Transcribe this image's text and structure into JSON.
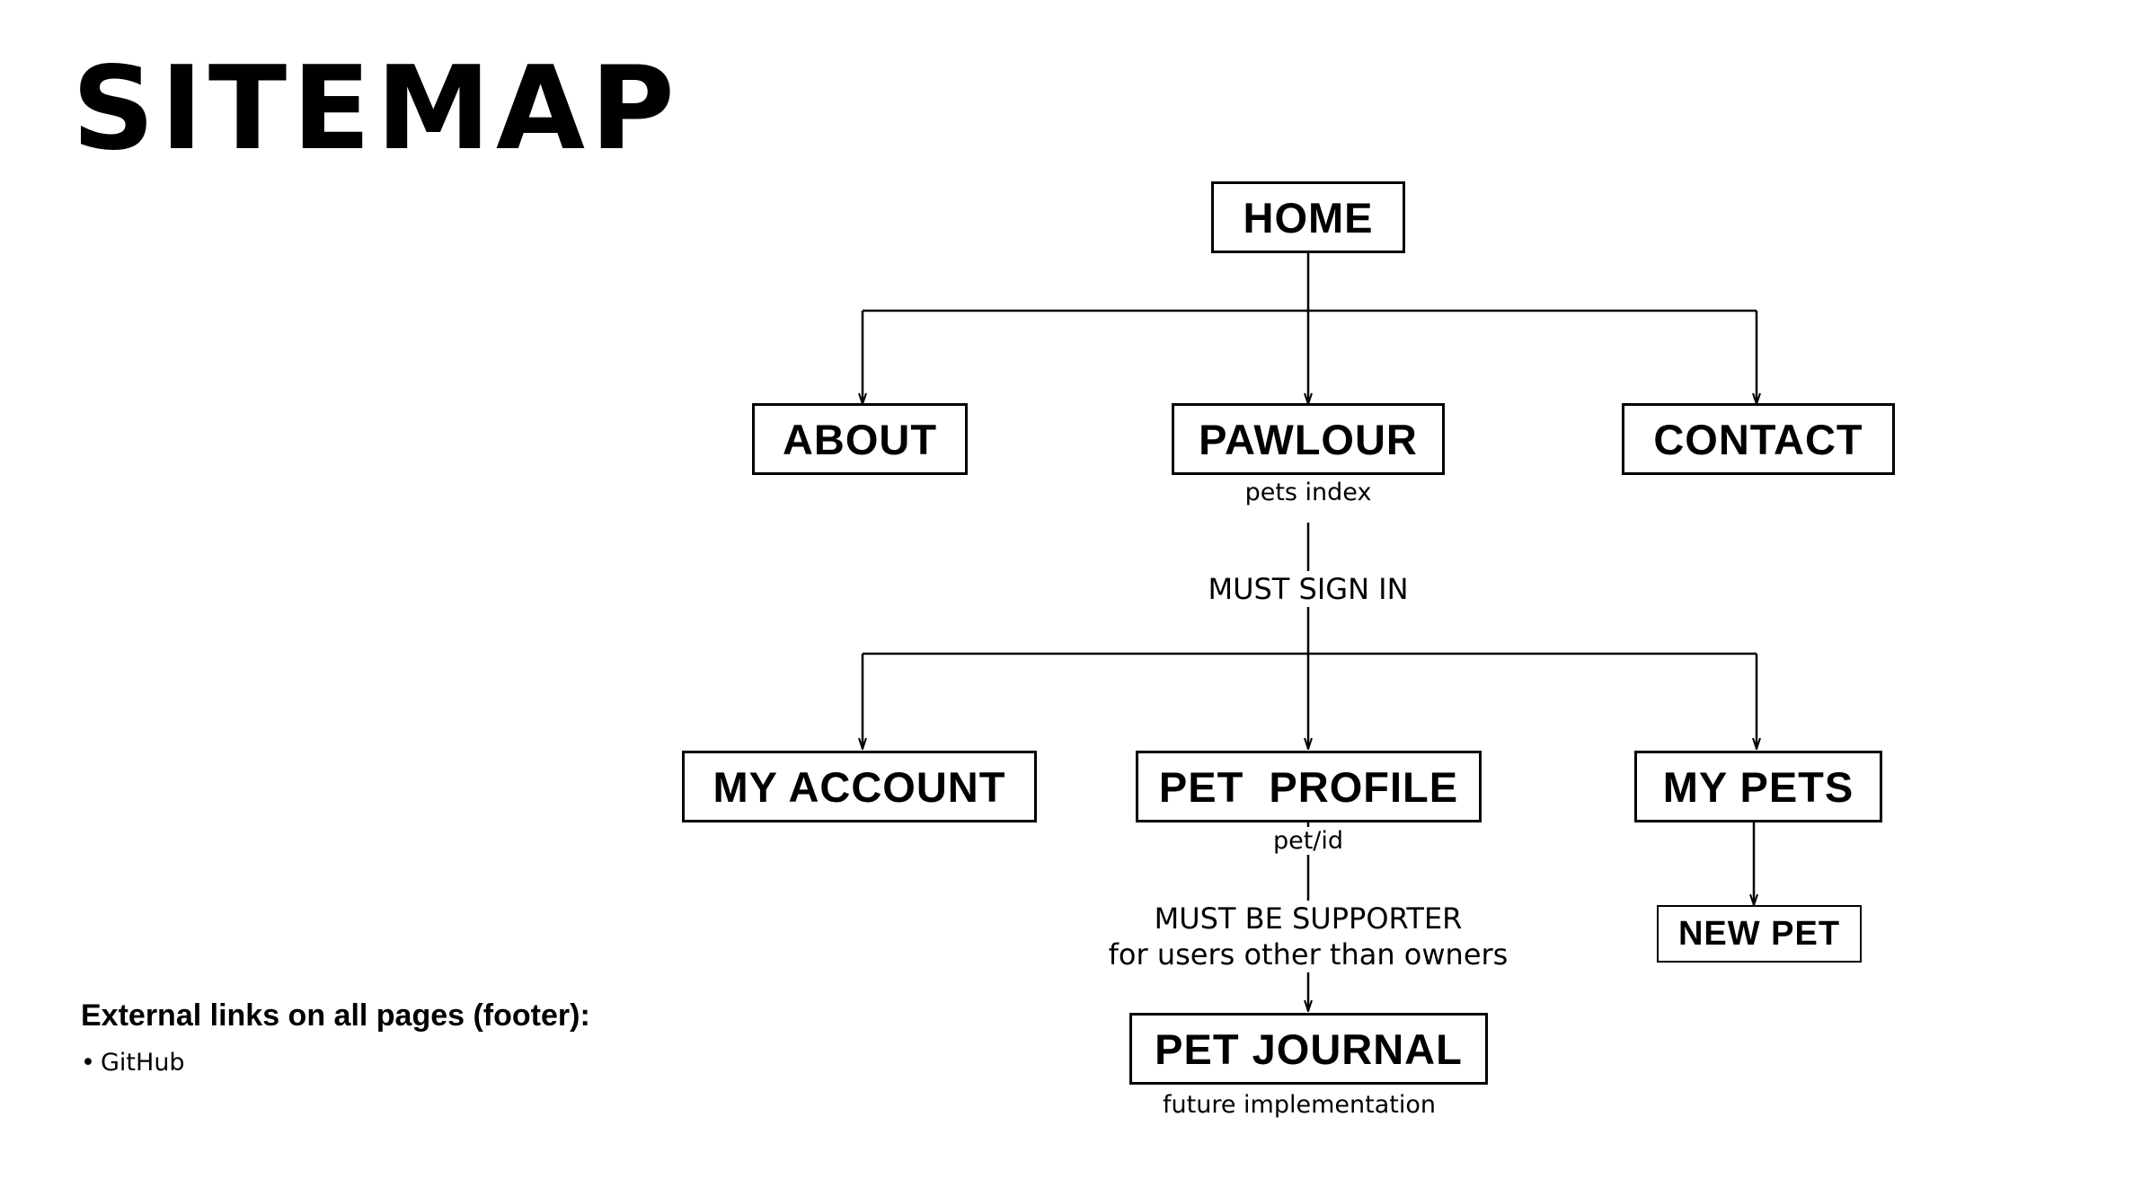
{
  "title": "SITEMAP",
  "nodes": {
    "home": "HOME",
    "about": "ABOUT",
    "pawlour": "PAWLOUR",
    "contact": "CONTACT",
    "my_account": "MY ACCOUNT",
    "pet_profile": "PET  PROFILE",
    "my_pets": "MY PETS",
    "new_pet": "NEW PET",
    "pet_journal": "PET JOURNAL"
  },
  "subtitles": {
    "pawlour": "pets index",
    "pet_profile": "pet/id",
    "pet_journal": "future implementation"
  },
  "conditions": {
    "sign_in": "MUST SIGN IN",
    "supporter_line1": "MUST BE SUPPORTER",
    "supporter_line2": "for users other than owners"
  },
  "footer": {
    "heading": "External links on all pages (footer):",
    "links": [
      "GitHub"
    ]
  }
}
